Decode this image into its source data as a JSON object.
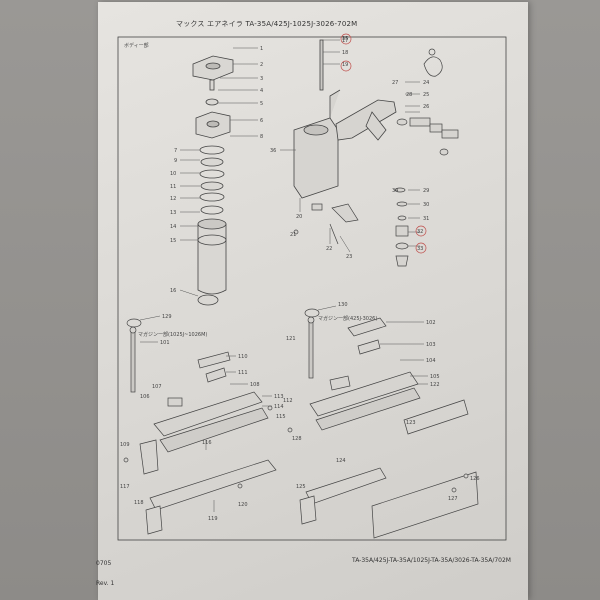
{
  "header": {
    "title": "マックス エアネイラ TA-35A/425J-1025J-3026-702M"
  },
  "sections": {
    "body": "ボディー部",
    "magazine_left": "マガジン一部(1025J~1026M)",
    "magazine_right": "マガジン一部(425J-3026)"
  },
  "footer": {
    "page_code": "0705",
    "models": "TA-35A/425J-TA-35A/1025J-TA-35A/3026-TA-35A/702M",
    "revision": "Rev. 1"
  },
  "callouts": {
    "c1": "1",
    "c2": "2",
    "c3": "3",
    "c4": "4",
    "c5": "5",
    "c6": "6",
    "c7": "7",
    "c8": "8",
    "c9": "9",
    "c10": "10",
    "c11": "11",
    "c12": "12",
    "c13": "13",
    "c14": "14",
    "c15": "15",
    "c16": "16",
    "c17": "17",
    "c18": "18",
    "c19": "19",
    "c20": "20",
    "c21": "21",
    "c22": "22",
    "c23": "23",
    "c24": "24",
    "c25": "25",
    "c26": "26",
    "c27": "27",
    "c28": "28",
    "c29": "29",
    "c30": "30",
    "c31": "31",
    "c32": "32",
    "c33": "33",
    "c34": "34",
    "c35": "35",
    "c36": "36",
    "c101": "101",
    "c102": "102",
    "c103": "103",
    "c104": "104",
    "c105": "105",
    "c106": "106",
    "c107": "107",
    "c108": "108",
    "c109": "109",
    "c110": "110",
    "c111": "111",
    "c112": "112",
    "c113": "113",
    "c114": "114",
    "c115": "115",
    "c116": "116",
    "c117": "117",
    "c118": "118",
    "c119": "119",
    "c120": "120",
    "c121": "121",
    "c122": "122",
    "c123": "123",
    "c124": "124",
    "c125": "125",
    "c126": "126",
    "c127": "127",
    "c128": "128",
    "c129": "129",
    "c130": "130"
  }
}
